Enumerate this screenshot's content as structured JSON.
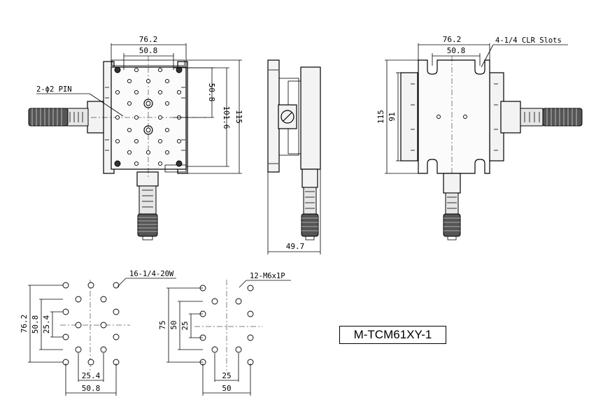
{
  "drawing": {
    "model": "M-TCM61XY-1",
    "top_view": {
      "dim_width_outer": "76.2",
      "dim_width_inner": "50.8",
      "dim_height_inner": "50.8",
      "dim_height_mid": "101.6",
      "dim_height_outer": "115",
      "callout_pin": "2-ϕ2 PIN"
    },
    "side_view": {
      "dim_height": "49.7"
    },
    "right_view": {
      "dim_width_outer": "76.2",
      "dim_width_inner": "50.8",
      "callout_slots": "4-1/4 CLR Slots",
      "dim_height_outer": "115",
      "dim_height_inner": "91"
    },
    "pattern_imperial": {
      "callout": "16-1/4-20W",
      "dim_v_outer": "76.2",
      "dim_v_mid": "50.8",
      "dim_v_inner": "25.4",
      "dim_h_inner": "25.4",
      "dim_h_outer": "50.8"
    },
    "pattern_metric": {
      "callout": "12-M6x1P",
      "dim_v_outer": "75",
      "dim_v_mid": "50",
      "dim_v_inner": "25",
      "dim_h_inner": "25",
      "dim_h_outer": "50"
    }
  }
}
